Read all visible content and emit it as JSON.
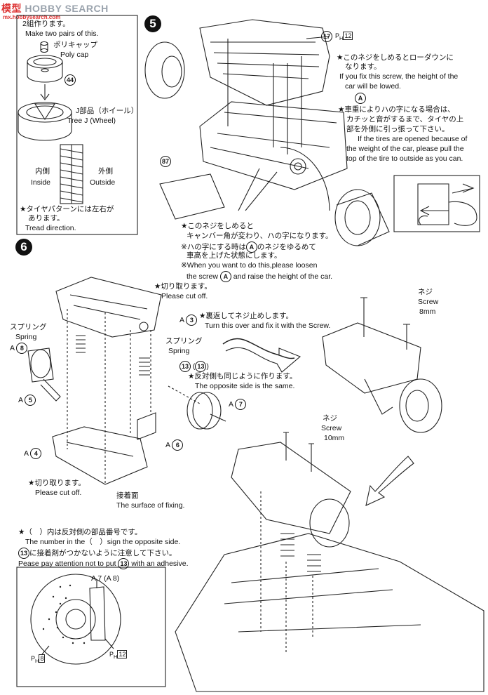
{
  "watermark": {
    "cn": "模型",
    "en": "HOBBY SEARCH",
    "url": "mx.hobbysearch.com"
  },
  "tire_box": {
    "make_jp": "2組作ります。",
    "make_en": "Make two pairs of this.",
    "polycap_jp": "ポリキャップ",
    "polycap_en": "Poly cap",
    "part44": "44",
    "tree_j_jp": "J部品（ホイール）",
    "tree_j_en": "Tree J (Wheel)",
    "inside_jp": "内側",
    "inside_en": "Inside",
    "outside_jp": "外側",
    "outside_en": "Outside",
    "tread_jp1": "★タイヤパターンには左右が",
    "tread_jp2": "あります。",
    "tread_en": "Tread direction."
  },
  "step5": {
    "number": "5",
    "part17": "17",
    "ph12": "12",
    "note1_jp1": "★このネジをしめるとローダウンに",
    "note1_jp2": "なります。",
    "note1_en1": "If you fix this screw, the height of the",
    "note1_en2": "car will be lowed.",
    "a_label": "A",
    "note2_jp1": "★車重によりハの字になる場合は、",
    "note2_jp2": "カチッと音がするまで、タイヤの上",
    "note2_jp3": "部を外側に引っ張って下さい。",
    "note2_en1": "If the tires are opened because of",
    "note2_en2": "the weight of the car, please pull the",
    "note2_en3": "top of the tire to outside as you can.",
    "part87": "87",
    "note3_jp1": "★このネジをしめると",
    "note3_jp2": "キャンバー角が変わり、ハの字になります。",
    "note3_jp3": "※ハの字にする時は",
    "note3_jp3b": "のネジをゆるめて",
    "note3_jp4": "車高を上げた状態にします。",
    "note3_en1": "※When you want to do this,please loosen",
    "note3_en2a": "the screw",
    "note3_en2b": "and raise the height of the car."
  },
  "step6": {
    "number": "6",
    "cut1_jp": "★切り取ります。",
    "cut1_en": "Please cut off.",
    "a3": "3",
    "spring1_jp": "スプリング",
    "spring1_en": "Spring",
    "a8": "8",
    "spring2_jp": "スプリング",
    "spring2_en": "Spring",
    "turn_jp": "★裏返してネジ止めします。",
    "turn_en": "Turn this over and fix it with the Screw.",
    "screw8_jp": "ネジ",
    "screw8_en": "Screw",
    "screw8_size": "8mm",
    "p13a": "13",
    "p13b": "13",
    "opp_jp": "★反対側も同じように作ります。",
    "opp_en": "The opposite side is the same.",
    "a5": "5",
    "a7": "7",
    "a6": "6",
    "a4": "4",
    "screw10_jp": "ネジ",
    "screw10_en": "Screw",
    "screw10_size": "10mm",
    "cut2_jp": "★切り取ります。",
    "cut2_en": "Please cut off.",
    "fix_jp": "接着面",
    "fix_en": "The surface of fixing.",
    "paren_jp": "★（　）内は反対側の部品番号です。",
    "paren_en": "The number in the（　）sign the opposite side.",
    "adh_jp_suffix": "に接着剤がつかないように注意して下さい。",
    "adh_en_prefix": "Pease pay attention not to put",
    "adh_en_suffix": "with an adhesive.",
    "disc_label": "A 7 (A 8)",
    "ph8": "8",
    "ph12": "12"
  }
}
